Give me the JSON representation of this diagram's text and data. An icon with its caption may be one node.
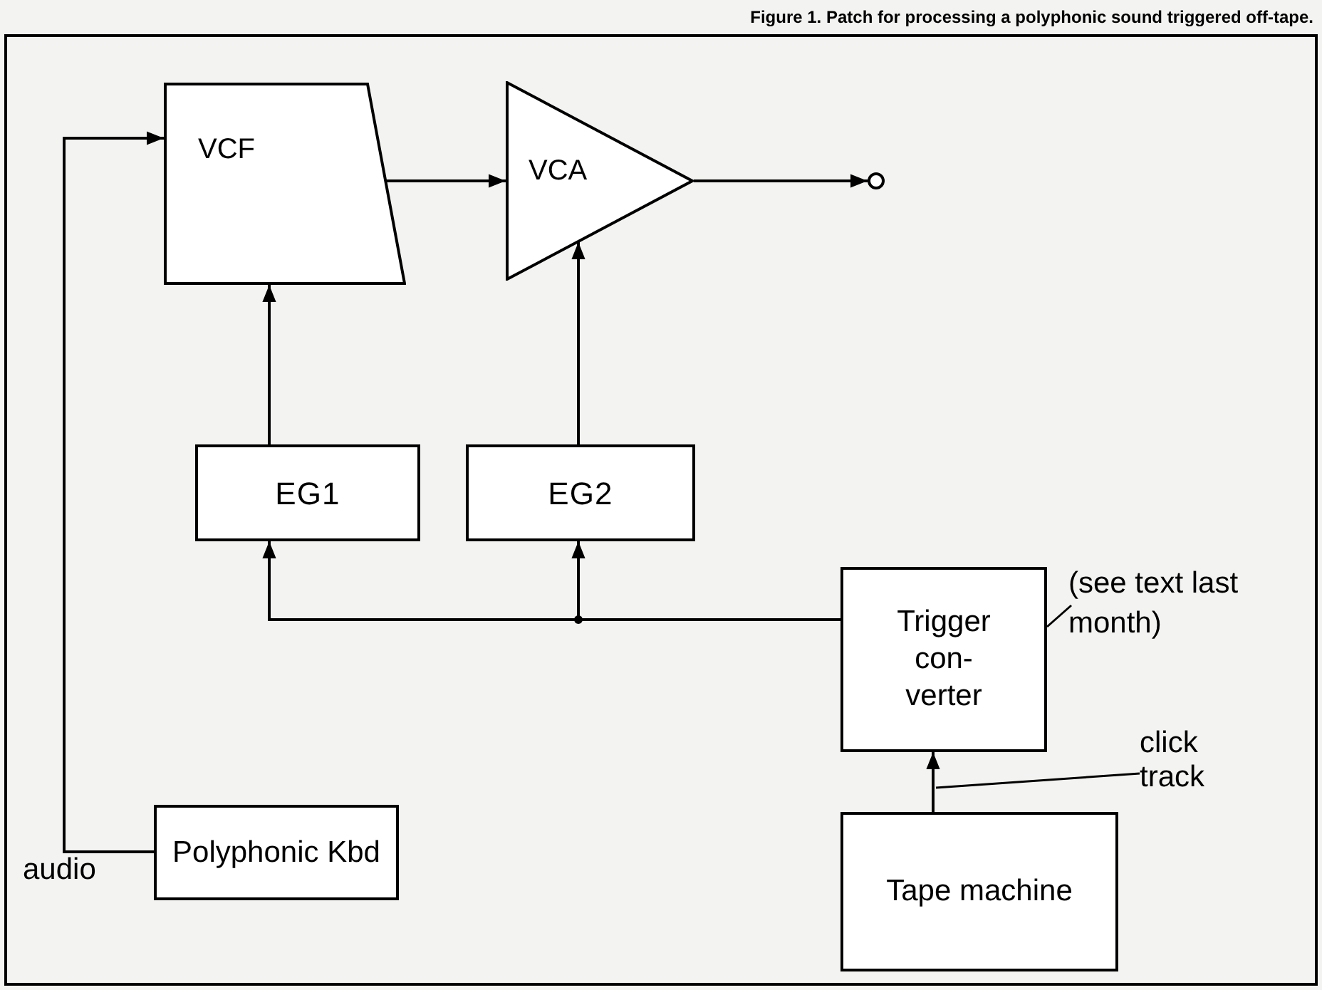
{
  "diagram": {
    "title": "Figure 1. Patch for processing a polyphonic sound triggered off-tape.",
    "nodes": [
      {
        "text": [
          "VCF"
        ]
      },
      {
        "text": [
          "VCA"
        ]
      },
      {
        "text": [],
        "shape": "circle"
      },
      {
        "text": [
          "EG1"
        ]
      },
      {
        "text": [
          "EG2"
        ]
      },
      {
        "text": [
          "Trigger con- verter"
        ]
      },
      {
        "text": [
          "(see text last month)"
        ]
      },
      {
        "text": [
          "Polyphonic Kbd"
        ]
      },
      {
        "text": [
          "Tape machine"
        ]
      },
      {
        "text": [
          "click track"
        ]
      }
    ],
    "edges": [
      {
        "from": 0,
        "to": 1,
        "arrow": "to"
      },
      {
        "from": 1,
        "to": 2,
        "arrow": "to"
      },
      {
        "from": 3,
        "to": 0,
        "arrow": "to"
      },
      {
        "from": 4,
        "to": 1,
        "arrow": "to"
      },
      {
        "from": 5,
        "to": 3,
        "arrow": "to"
      },
      {
        "from": 5,
        "to": 4,
        "arrow": "to"
      },
      {
        "from": 7,
        "to": 0,
        "arrow": "to",
        "label": "audio"
      },
      {
        "from": 8,
        "to": 5,
        "arrow": "to"
      },
      {
        "from": 6,
        "to": 5,
        "arrow": "none"
      },
      {
        "from": 9,
        "to": null,
        "arrow": "none"
      }
    ]
  }
}
